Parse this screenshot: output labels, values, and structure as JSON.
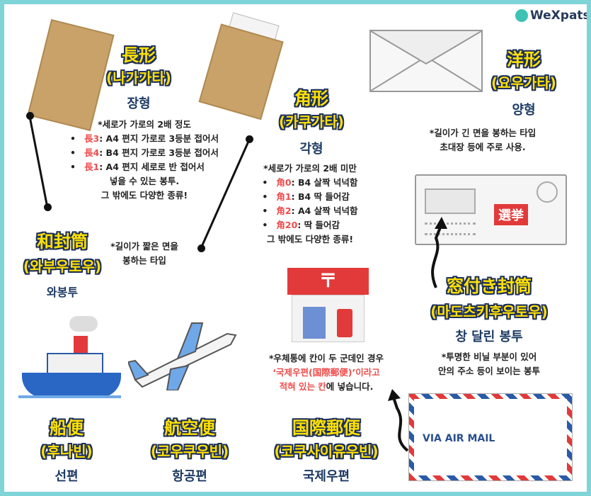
{
  "logo": {
    "text": "WeXpats"
  },
  "nagagata": {
    "title": "長形",
    "reading": "(나가가타)",
    "korean": "장형",
    "note": "*세로가 가로의 2배 정도",
    "items": [
      {
        "code": "長3",
        "text": ": A4 편지 가로로 3등분 접어서"
      },
      {
        "code": "長4",
        "text": ": B4 편지 가로로 3등분 접어서"
      },
      {
        "code": "長1",
        "text": ": A4 편지 세로로 반 접어서"
      }
    ],
    "footer1": "넣을 수 있는 봉투.",
    "footer2": "그 밖에도 다양한 종류!"
  },
  "wafuto": {
    "title": "和封筒",
    "reading": "(와부우토우)",
    "korean": "와봉투",
    "note1": "*길이가 짧은 면을",
    "note2": "봉하는 타입"
  },
  "kakugata": {
    "title": "角形",
    "reading": "(카쿠가타)",
    "korean": "각형",
    "note": "*세로가 가로의 2배 미만",
    "items": [
      {
        "code": "角0",
        "text": ": B4 살짝 넉넉함"
      },
      {
        "code": "角1",
        "text": ":  B4 딱 들어감"
      },
      {
        "code": "角2",
        "text": ": A4 살짝 넉넉함"
      },
      {
        "code": "角20",
        "text": ": 딱 들어감"
      }
    ],
    "footer": "그 밖에도 다양한 종류!"
  },
  "yougata": {
    "title": "洋形",
    "reading": "(요우가타)",
    "korean": "양형",
    "note1": "*길이가 긴 면을 봉하는 타입",
    "note2": "초대장 등에 주로 사용."
  },
  "window": {
    "title": "窓付き封筒",
    "reading": "(마도츠키후우토우)",
    "korean": "창 달린 봉투",
    "note1": "*투명한 비닐 부분이 있어",
    "note2": "안의 주소 등이 보이는 봉투",
    "stamp": "選挙"
  },
  "postbox": {
    "note1": "*우체통에 칸이 두 군데인 경우",
    "note2": "‘국제우편(国際郵便)’이라고",
    "note3a": "적혀 있는 칸",
    "note3b": "에 넣습니다.",
    "sign": "〒"
  },
  "ship": {
    "title": "船便",
    "reading": "(후나빈)",
    "korean": "선편"
  },
  "air": {
    "title": "航空便",
    "reading": "(코우쿠우빈)",
    "korean": "항공편"
  },
  "intl": {
    "title": "国際郵便",
    "reading": "(코쿠사이유우빈)",
    "korean": "국제우편"
  },
  "airmail": {
    "label": "VIA AIR MAIL"
  }
}
